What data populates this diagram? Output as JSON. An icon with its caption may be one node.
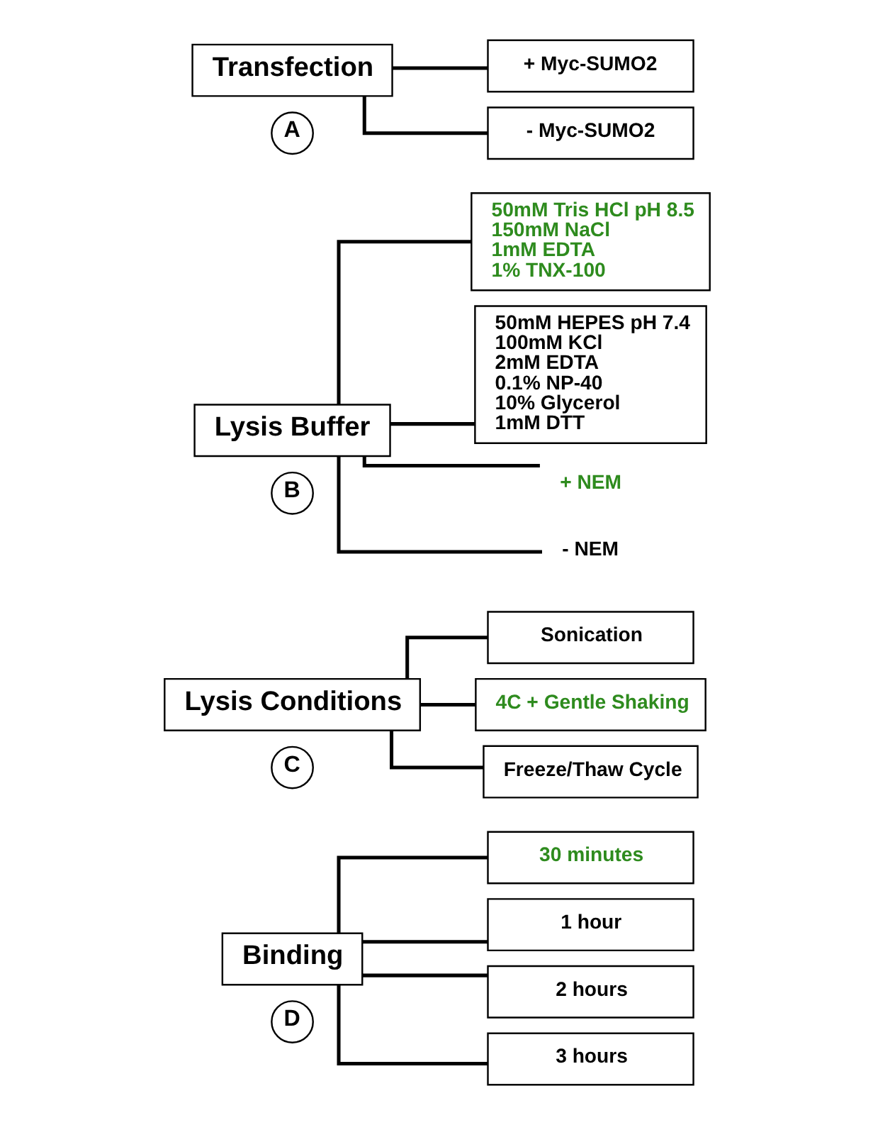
{
  "diagram": {
    "nodes": [
      {
        "text": [
          "A"
        ]
      },
      {
        "text": [
          "Transfection"
        ]
      },
      {
        "text": [
          "+ Myc-SUMO2"
        ]
      },
      {
        "text": [
          "- Myc-SUMO2"
        ]
      },
      {
        "text": [
          "B"
        ]
      },
      {
        "text": [
          "Lysis Buffer"
        ]
      },
      {
        "text": [
          "50mM Tris HCl pH 8.5",
          "150mM NaCl",
          "1mM EDTA",
          "1% TNX-100"
        ]
      },
      {
        "text": [
          "50mM HEPES pH 7.4",
          "100mM KCl",
          "2mM EDTA",
          "0.1% NP-40",
          "10% Glycerol",
          "1mM DTT"
        ]
      },
      {
        "text": [
          "+ NEM"
        ]
      },
      {
        "text": [
          "- NEM"
        ]
      },
      {
        "text": [
          "C"
        ]
      },
      {
        "text": [
          "Lysis Conditions"
        ]
      },
      {
        "text": [
          "Sonication"
        ]
      },
      {
        "text": [
          "4C + Gentle Shaking"
        ]
      },
      {
        "text": [
          "Freeze/Thaw Cycle"
        ]
      },
      {
        "text": [
          "D"
        ]
      },
      {
        "text": [
          "Binding"
        ]
      },
      {
        "text": [
          "30 minutes"
        ]
      },
      {
        "text": [
          "1 hour"
        ]
      },
      {
        "text": [
          "2 hours"
        ]
      },
      {
        "text": [
          "3 hours"
        ]
      }
    ],
    "edges": [
      {
        "from": 1,
        "to": 2,
        "arrow": "none"
      },
      {
        "from": 1,
        "to": 3,
        "arrow": "none"
      },
      {
        "from": 5,
        "to": 6,
        "arrow": "none"
      },
      {
        "from": 5,
        "to": 7,
        "arrow": "none"
      },
      {
        "from": 5,
        "to": 8,
        "arrow": "none"
      },
      {
        "from": 5,
        "to": 9,
        "arrow": "none"
      },
      {
        "from": 11,
        "to": 12,
        "arrow": "none"
      },
      {
        "from": 11,
        "to": 13,
        "arrow": "none"
      },
      {
        "from": 11,
        "to": 14,
        "arrow": "none"
      },
      {
        "from": 16,
        "to": 17,
        "arrow": "none"
      },
      {
        "from": 16,
        "to": 18,
        "arrow": "none"
      },
      {
        "from": 16,
        "to": 19,
        "arrow": "none"
      },
      {
        "from": 16,
        "to": 20,
        "arrow": "none"
      }
    ]
  }
}
